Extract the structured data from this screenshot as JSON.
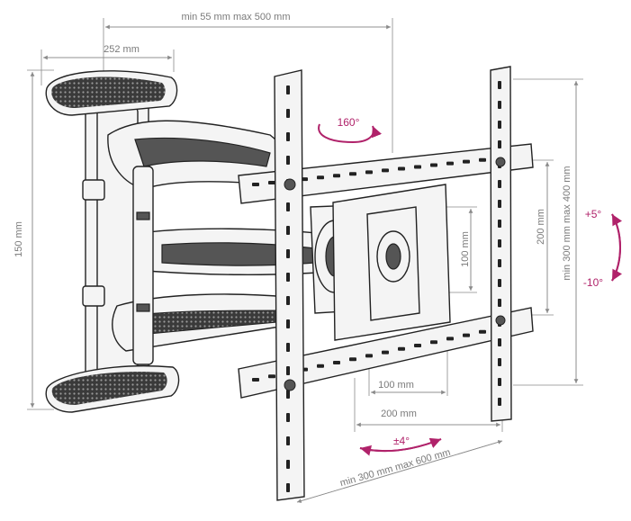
{
  "colors": {
    "dimension": "#7a7a7a",
    "rotation": "#b0226a",
    "outline": "#222222"
  },
  "dimensions": {
    "arm_extension": "min 55 mm max 500 mm",
    "wall_plate_width": "252 mm",
    "wall_plate_height": "150 mm",
    "vesa_horizontal_small": "100 mm",
    "vesa_horizontal_medium": "200 mm",
    "vesa_vertical_small": "100 mm",
    "vesa_vertical_medium": "200 mm",
    "vesa_vertical_range": "min 300 mm max 400 mm",
    "vesa_horizontal_range": "min 300 mm max 600 mm"
  },
  "rotations": {
    "swivel": "160°",
    "tilt_up": "+5°",
    "tilt_down": "-10°",
    "level": "±4°"
  }
}
